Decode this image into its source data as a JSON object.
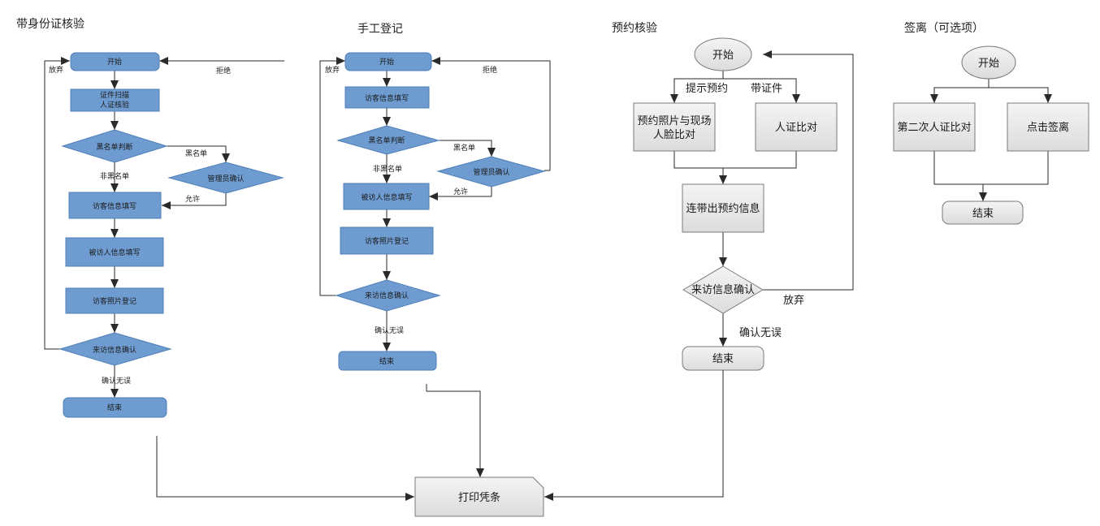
{
  "sections": {
    "id_check": {
      "title": "带身份证核验",
      "start": "开始",
      "scan": [
        "证件扫描",
        "人证核验"
      ],
      "blacklist": "黑名单判断",
      "admin": "管理员确认",
      "visitor_info": "访客信息填写",
      "host_info": "被访人信息填写",
      "photo": "访客照片登记",
      "confirm": "来访信息确认",
      "end": "结束",
      "edge_giveup": "放弃",
      "edge_reject": "拒绝",
      "edge_blacklist": "黑名单",
      "edge_nonblacklist": "非黑名单",
      "edge_allow": "允许",
      "edge_ok": "确认无误"
    },
    "manual": {
      "title": "手工登记",
      "start": "开始",
      "visitor_info": "访客信息填写",
      "blacklist": "黑名单判断",
      "admin": "管理员确认",
      "host_info": "被访人信息填写",
      "photo": "访客照片登记",
      "confirm": "来访信息确认",
      "end": "结束",
      "edge_giveup": "放弃",
      "edge_reject": "拒绝",
      "edge_blacklist": "黑名单",
      "edge_nonblacklist": "非黑名单",
      "edge_allow": "允许",
      "edge_ok": "确认无误"
    },
    "appointment": {
      "title": "预约核验",
      "start": "开始",
      "edge_hint": "提示预约",
      "edge_id": "带证件",
      "face_compare": [
        "预约照片与现场",
        "人脸比对"
      ],
      "id_compare": "人证比对",
      "load_info": "连带出预约信息",
      "confirm": "来访信息确认",
      "edge_giveup": "放弃",
      "edge_ok": "确认无误",
      "end": "结束"
    },
    "checkout": {
      "title": "签离（可选项）",
      "start": "开始",
      "second_compare": "第二次人证比对",
      "click_checkout": "点击签离",
      "end": "结束"
    },
    "print": "打印凭条"
  },
  "colors": {
    "blue_fill": "#6f9cd0",
    "blue_stroke": "#4f7fb8",
    "gray_fill": "#e8e8e8",
    "gray_stroke": "#7a7a7a",
    "line": "#2a2a2a"
  }
}
